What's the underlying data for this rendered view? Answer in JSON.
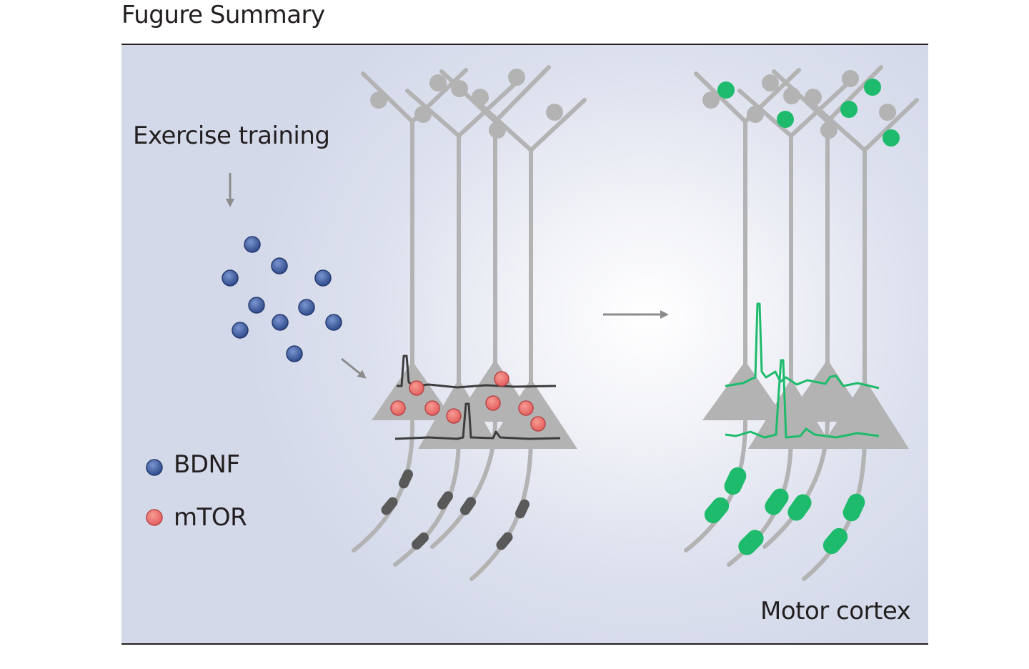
{
  "figure": {
    "title": "Fugure Summary"
  },
  "labels": {
    "exercise": "Exercise training",
    "region": "Motor cortex"
  },
  "legend": {
    "items": [
      {
        "name": "BDNF",
        "color": "#3d5a9e",
        "icon": "blue-circle-icon"
      },
      {
        "name": "mTOR",
        "color": "#ee6f6f",
        "icon": "red-circle-icon"
      }
    ]
  },
  "colors": {
    "neuron": "#b3b3b3",
    "axon_node_before": "#595959",
    "after_highlight": "#1dbb6b",
    "trace_before": "#3d3d3d",
    "trace_after": "#1dbb6b",
    "arrow": "#8c8c8c"
  }
}
